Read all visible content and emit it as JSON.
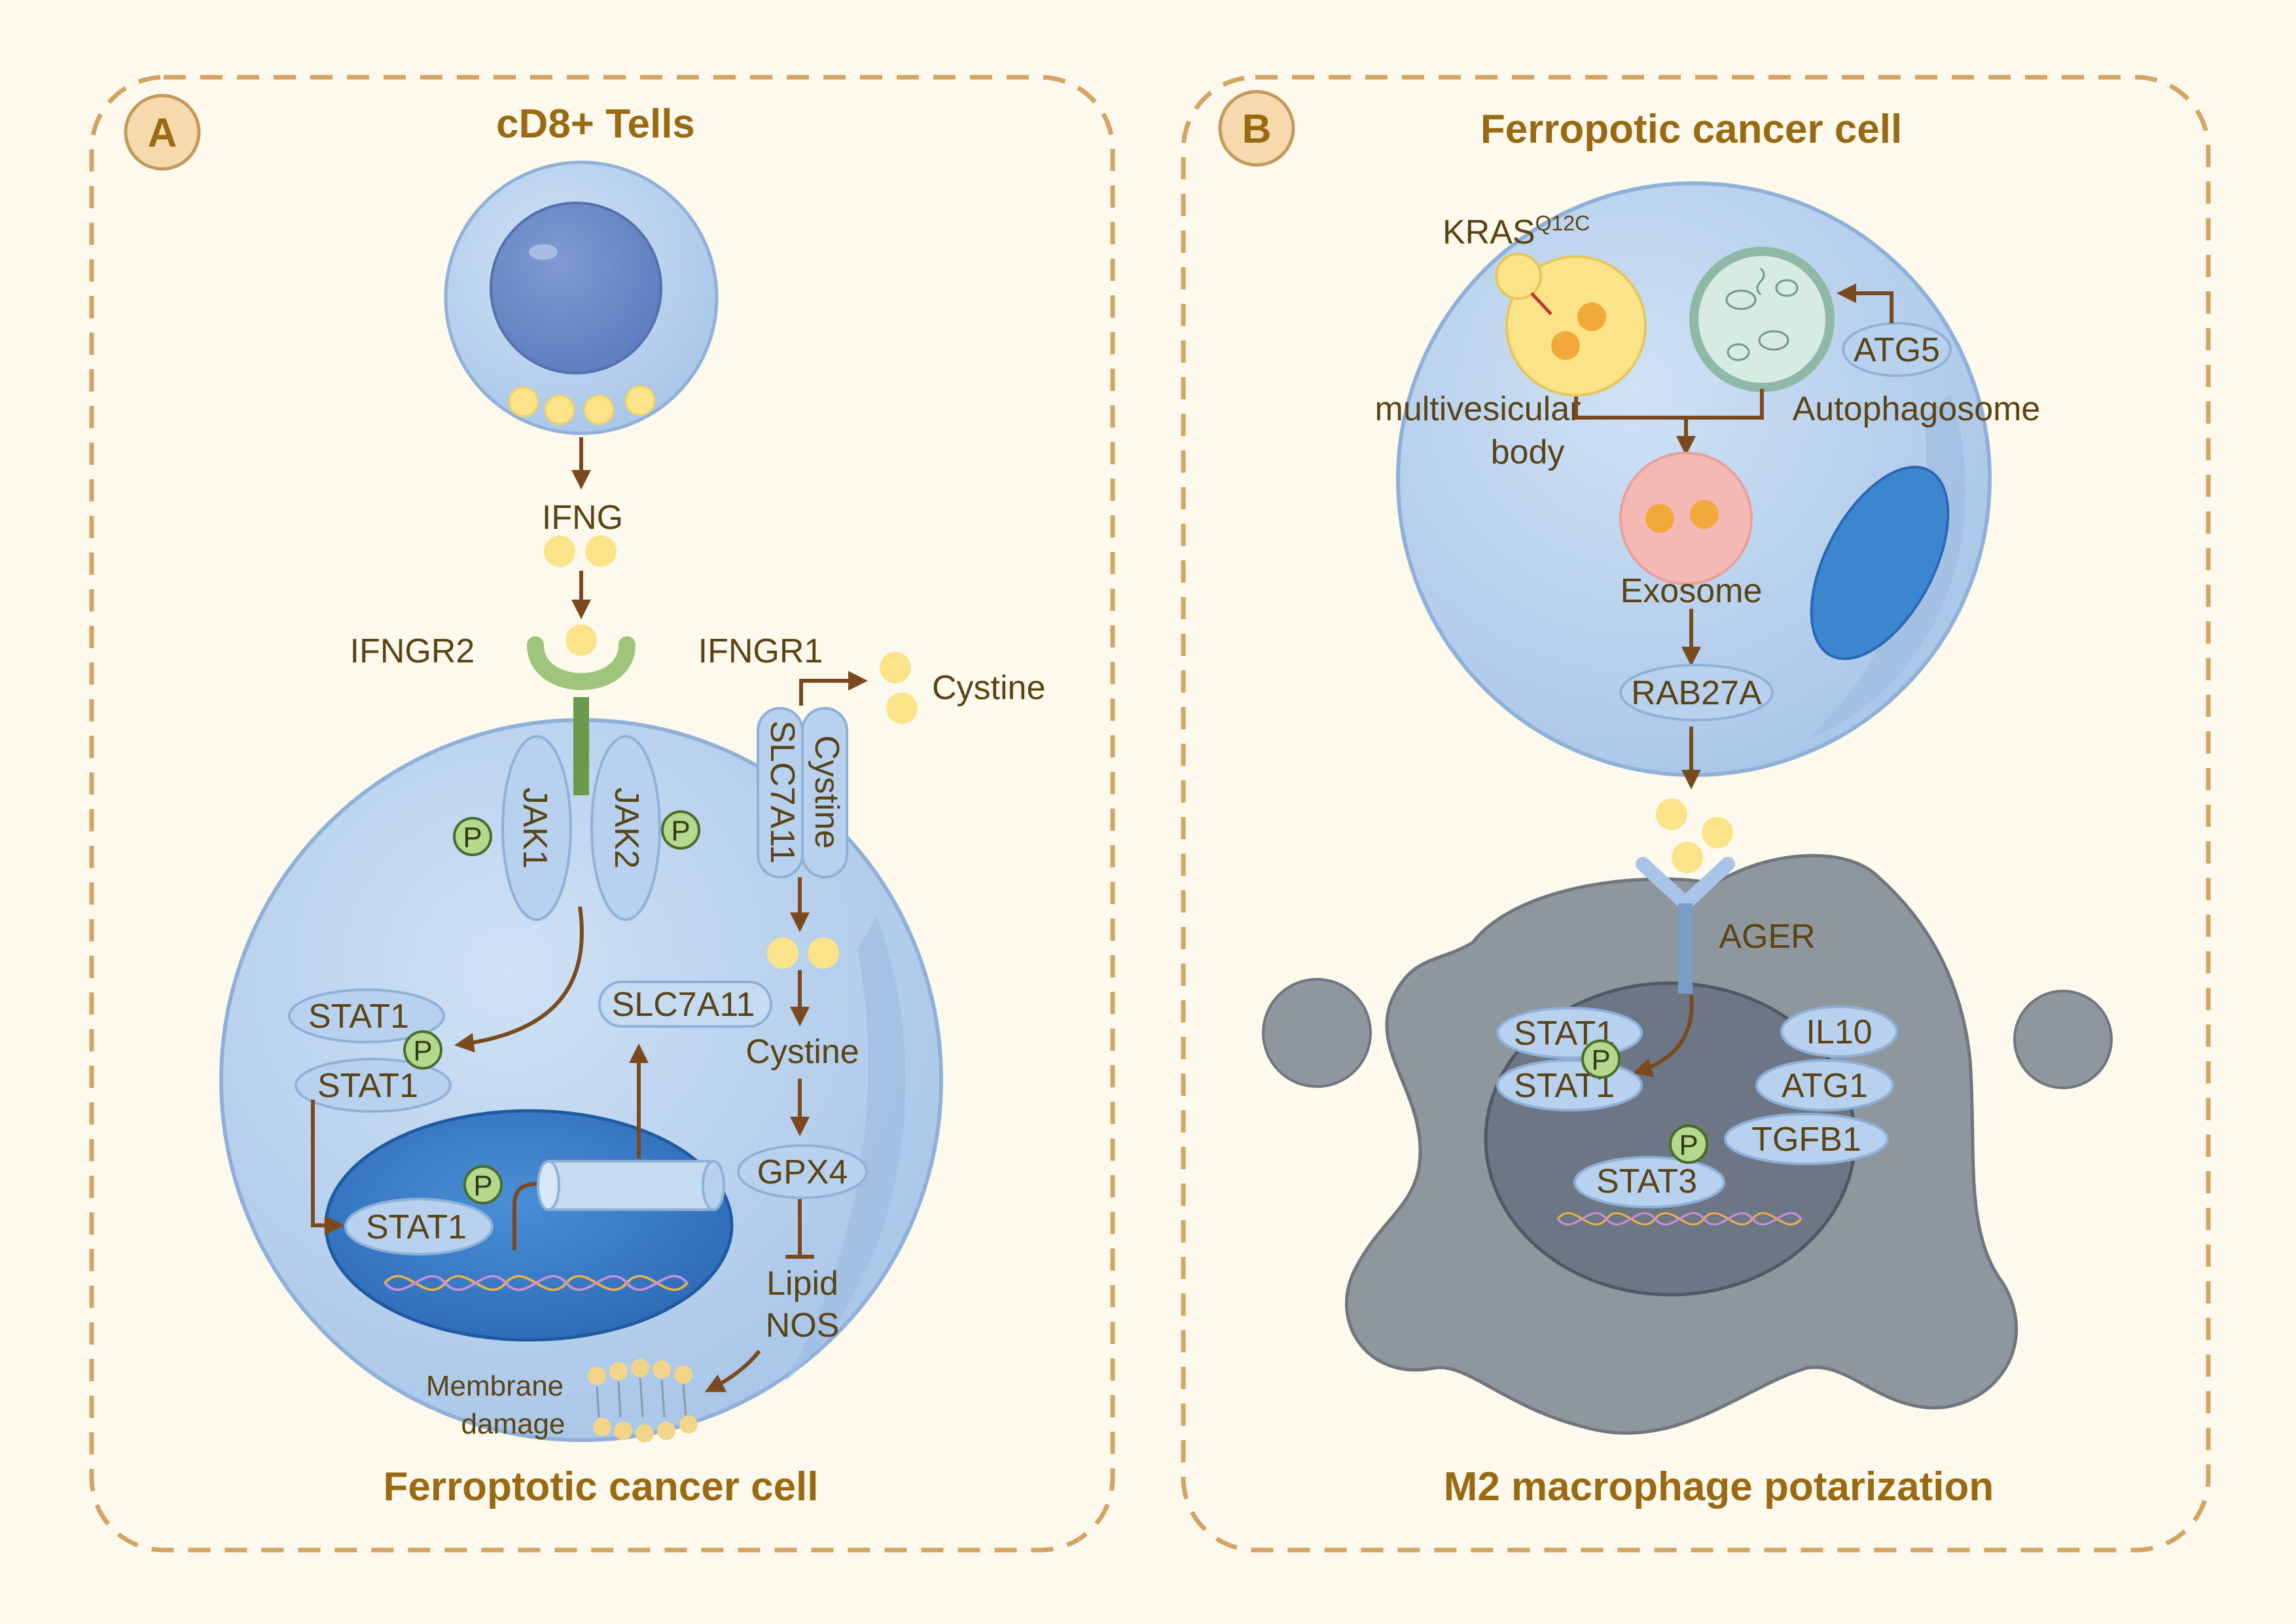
{
  "panels": {
    "a": {
      "badge": "A",
      "top_title": "cD8+ Tells",
      "bottom_title": "Ferroptotic cancer cell",
      "labels": {
        "ifng": "IFNG",
        "ifngr2": "IFNGR2",
        "ifngr1": "IFNGR1",
        "cystine_out": "Cystine",
        "jak1": "JAK1",
        "jak2": "JAK2",
        "transporter_left": "SLC7A11",
        "transporter_right": "Cystine",
        "stat1_top": "STAT1",
        "stat1_bottom": "STAT1",
        "stat1_nucleus": "STAT1",
        "slc7a11": "SLC7A11",
        "cystine_in": "Cystine",
        "gpx4": "GPX4",
        "lipid": "Lipid",
        "nos": "NOS",
        "membrane": "Membrane",
        "damage": "damage"
      }
    },
    "b": {
      "badge": "B",
      "top_title": "Ferropotic cancer cell",
      "bottom_title": "M2 macrophage potarization",
      "labels": {
        "kras": "KRAS",
        "kras_sup": "Q12C",
        "mvb_line1": "multivesicular",
        "mvb_line2": "body",
        "atg5": "ATG5",
        "autophagosome": "Autophagosome",
        "exosome": "Exosome",
        "rab27a": "RAB27A",
        "ager": "AGER",
        "stat1_top": "STAT1",
        "stat1_bottom": "STAT1",
        "il10": "IL10",
        "atg1": "ATG1",
        "tgfb1": "TGFB1",
        "stat3": "STAT3"
      }
    }
  },
  "phospho_label": "P",
  "colors": {
    "background": "#fdf9ec",
    "panel_border": "#d3a464",
    "cell_blue": "#b7d1ee",
    "nucleus_blue": "#2f76c4",
    "arrow": "#7a4a1e",
    "ligand_yellow": "#fbe38a",
    "phospho_green": "#b4d88e",
    "macrophage_gray": "#8e969e",
    "title_brown": "#9a6a12"
  }
}
